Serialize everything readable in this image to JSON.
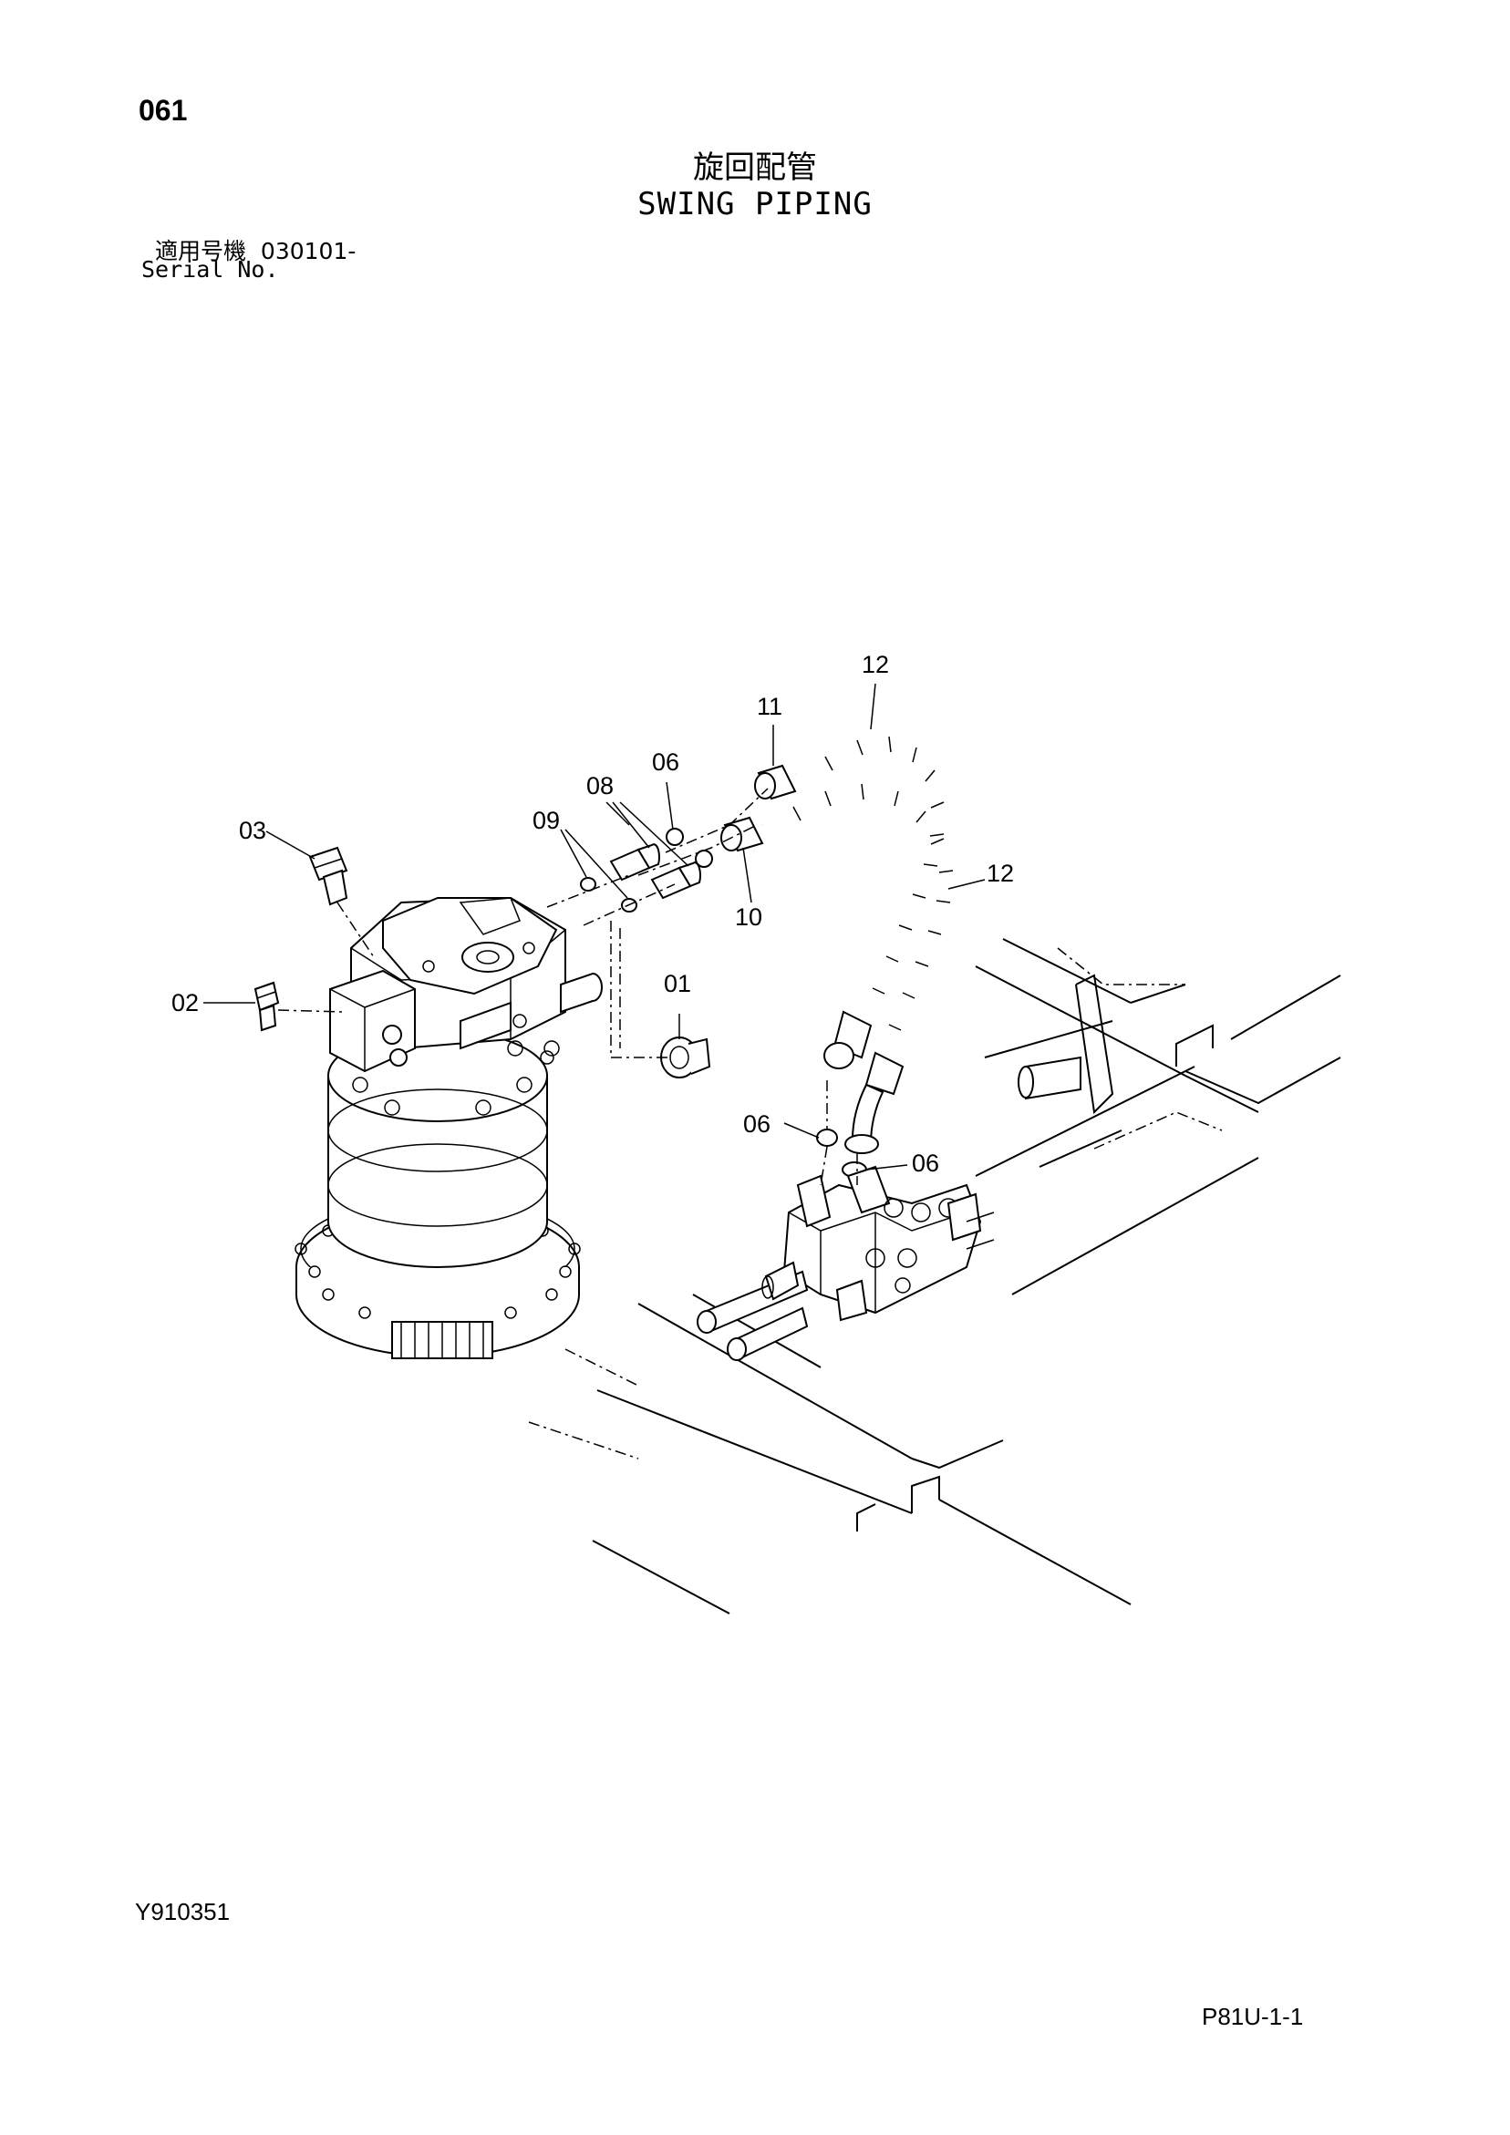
{
  "header": {
    "page_no": "061",
    "title_jp": "旋回配管",
    "title_en": "SWING PIPING",
    "serial_label_jp": "適用号機",
    "serial_value": "030101-",
    "serial_label_en": "Serial No."
  },
  "callouts": {
    "c01": "01",
    "c02": "02",
    "c03": "03",
    "c06a": "06",
    "c06b": "06",
    "c06c": "06",
    "c08": "08",
    "c09": "09",
    "c10": "10",
    "c11": "11",
    "c12a": "12",
    "c12b": "12"
  },
  "footer": {
    "doc_code": "Y910351",
    "sheet_code": "P81U-1-1"
  }
}
